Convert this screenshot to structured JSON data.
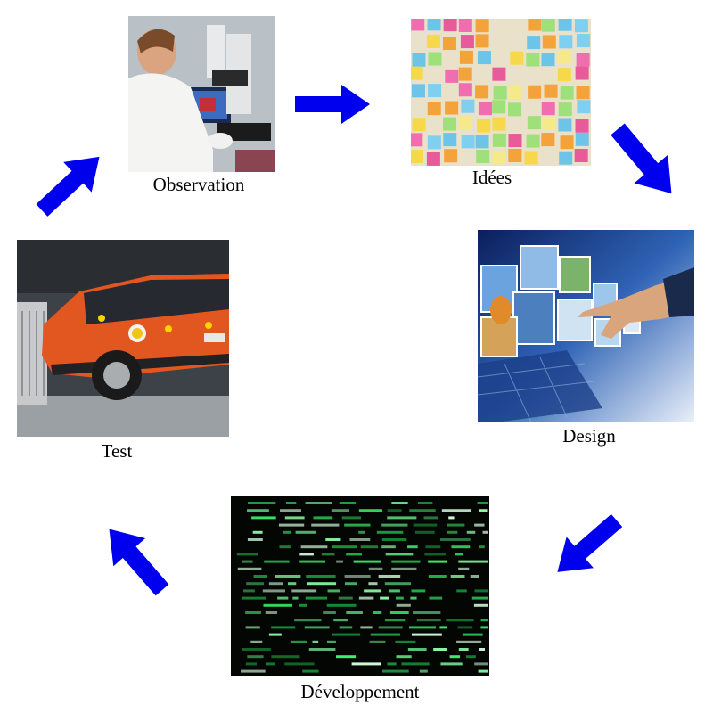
{
  "diagram": {
    "stages": [
      {
        "label": "Observation",
        "image": "microscope-lab-photo"
      },
      {
        "label": "Idées",
        "image": "sticky-notes-wall-photo"
      },
      {
        "label": "Design",
        "image": "hand-touching-image-screens-photo"
      },
      {
        "label": "Développement",
        "image": "source-code-screen-photo"
      },
      {
        "label": "Test",
        "image": "car-crash-test-photo"
      }
    ],
    "arrow_color": "#0000ee",
    "flow": "clockwise-cycle"
  }
}
